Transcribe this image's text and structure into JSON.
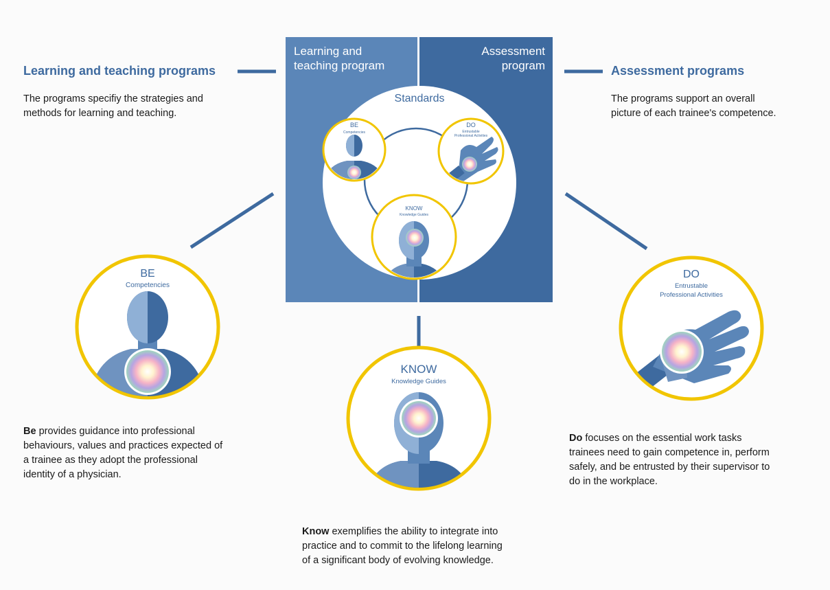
{
  "program_box": {
    "left_title_line1": "Learning and",
    "left_title_line2": "teaching program",
    "right_title_line1": "Assessment",
    "right_title_line2": "program",
    "standards_label": "Standards",
    "mini_be": {
      "title": "BE",
      "subtitle": "Competencies"
    },
    "mini_do": {
      "title": "DO",
      "subtitle_line1": "Entrustable",
      "subtitle_line2": "Professional Activities"
    },
    "mini_know": {
      "title": "KNOW",
      "subtitle": "Knowledge Guides"
    }
  },
  "learning": {
    "heading": "Learning and teaching programs",
    "desc_line1": "The programs specifiy the strategies and",
    "desc_line2": "methods for learning and teaching."
  },
  "assessment": {
    "heading": "Assessment programs",
    "desc_line1": "The programs support an overall",
    "desc_line2": "picture of each trainee's competence."
  },
  "be": {
    "title": "BE",
    "subtitle": "Competencies",
    "lead": "Be",
    "desc_line1": " provides guidance into professional",
    "desc_line2": "behaviours, values and practices expected of",
    "desc_line3": "a trainee as they adopt the professional",
    "desc_line4": "identity of a physician."
  },
  "do": {
    "title": "DO",
    "subtitle_line1": "Entrustable",
    "subtitle_line2": "Professional Activities",
    "lead": "Do",
    "desc_line1": " focuses on the essential work tasks",
    "desc_line2": "trainees need to gain competence in, perform",
    "desc_line3": "safely, and be entrusted by their supervisor to",
    "desc_line4": "do in the workplace."
  },
  "know": {
    "title": "KNOW",
    "subtitle": "Knowledge Guides",
    "lead": "Know",
    "desc_line1": " exemplifies the ability to integrate into",
    "desc_line2": "practice and to commit to the lifelong learning",
    "desc_line3": "of a significant body of evolving knowledge."
  },
  "colors": {
    "dark_blue": "#3e6a9f",
    "mid_blue": "#5b86b8",
    "light_blue": "#8fb0d6",
    "gold": "#f1c500",
    "text": "#1a1a1a"
  }
}
